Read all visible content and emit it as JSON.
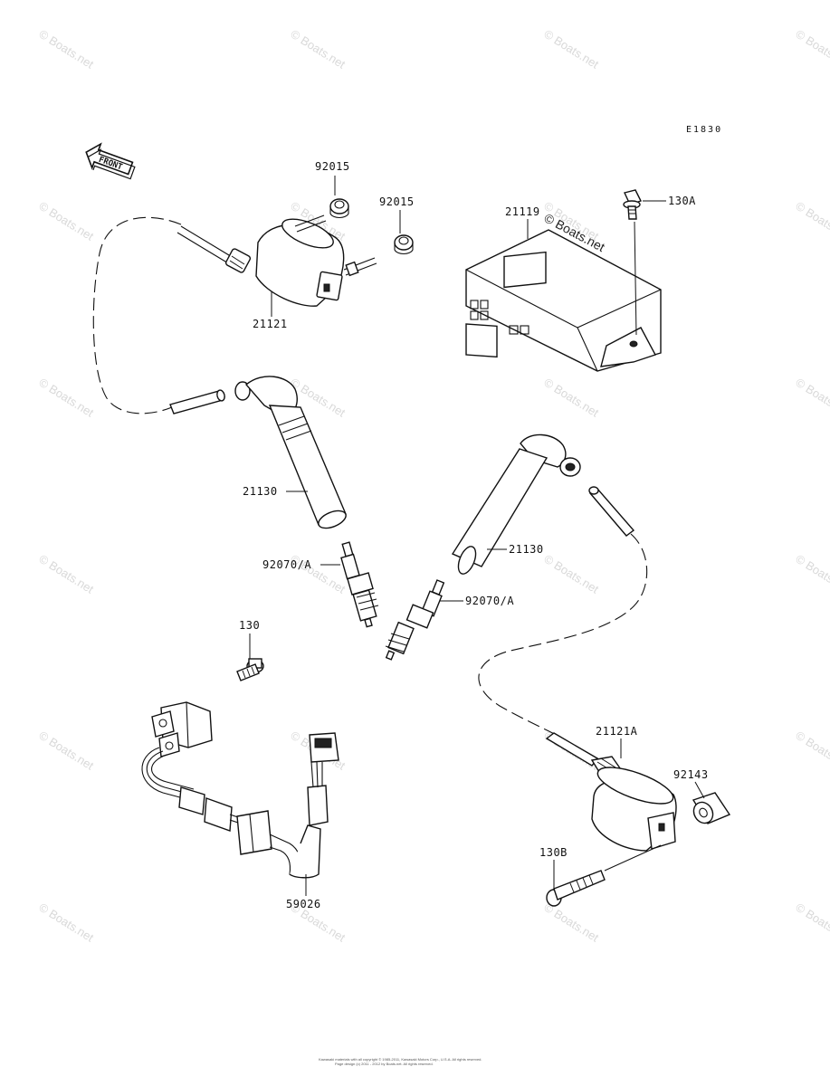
{
  "diagram": {
    "ref_code": "E1830",
    "front_arrow_label": "FRONT",
    "watermark_text": "© Boats.net",
    "callout_watermark": "© Boats.net",
    "labels": {
      "p92015_a": "92015",
      "p92015_b": "92015",
      "p21119": "21119",
      "p130A": "130A",
      "p21121": "21121",
      "p21130_a": "21130",
      "p21130_b": "21130",
      "p92070_a": "92070/A",
      "p92070_b": "92070/A",
      "p130": "130",
      "p21121A": "21121A",
      "p92143": "92143",
      "p130B": "130B",
      "p59026": "59026"
    },
    "footer_line1": "Kawasaki materials with all copyright © 1985-2011, Kawasaki Motors Corp., U.S.A. All rights reserved.",
    "footer_line2": "Page design (c) 2011 - 2012 by Boats.net. All rights reserved."
  }
}
